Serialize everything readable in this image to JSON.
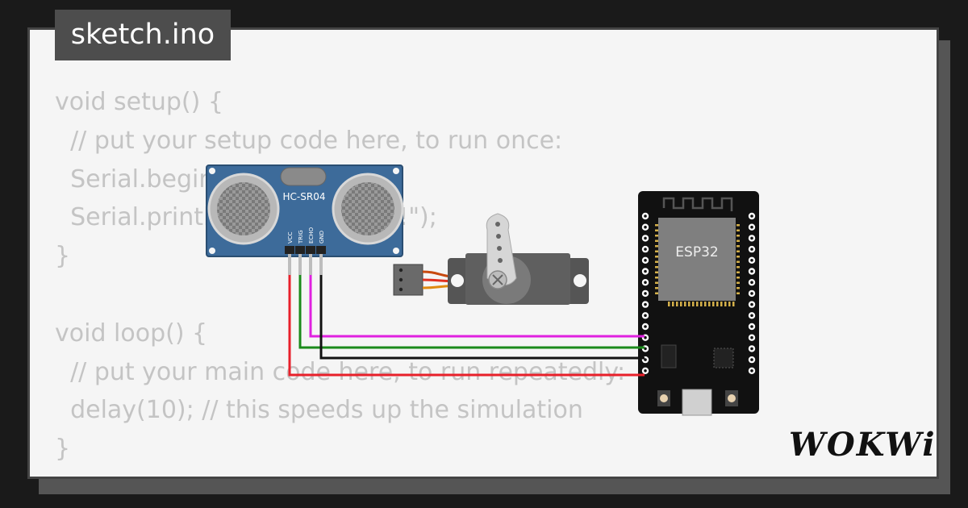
{
  "file_tab": {
    "label": "sketch.ino"
  },
  "code_lines": [
    "void setup() {",
    "  // put your setup code here, to run once:",
    "  Serial.begin(115200);",
    "  Serial.println(\"Hello, ESP32!\");",
    "}",
    "",
    "void loop() {",
    "  // put your main code here, to run repeatedly:",
    "  delay(10); // this speeds up the simulation",
    "}"
  ],
  "components": {
    "sensor": {
      "label": "HC-SR04",
      "pins": [
        "VCC",
        "TRIG",
        "ECHO",
        "GND"
      ]
    },
    "mcu": {
      "label": "ESP32"
    }
  },
  "brand": {
    "logo": "WOKWi"
  },
  "colors": {
    "wire_vcc": "#e8202a",
    "wire_trig": "#1a8a1a",
    "wire_echo": "#e020e0",
    "wire_gnd": "#111111",
    "sensor_board": "#3d6b9a",
    "servo_body": "#5a5a5a"
  }
}
